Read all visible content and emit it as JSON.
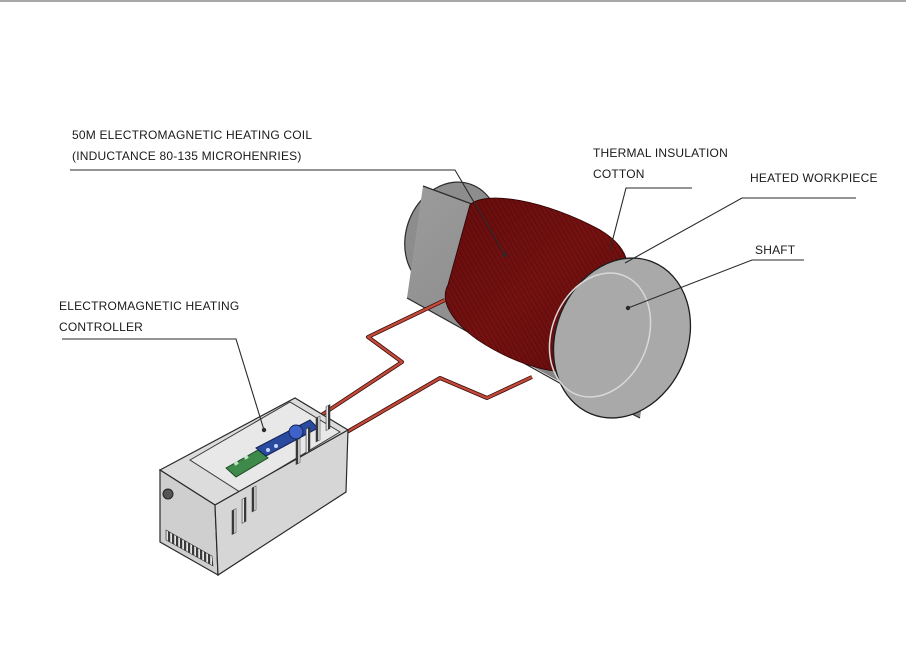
{
  "labels": {
    "coil_line1": "50M ELECTROMAGNETIC HEATING COIL",
    "coil_line2": "(INDUCTANCE 80-135 MICROHENRIES)",
    "insulation_line1": "THERMAL INSULATION",
    "insulation_line2": "COTTON",
    "workpiece": "HEATED WORKPIECE",
    "shaft": "SHAFT",
    "controller_line1": "ELECTROMAGNETIC HEATING",
    "controller_line2": "CONTROLLER"
  },
  "colors": {
    "coil": "#7a1010",
    "coil_dark": "#4e0606",
    "cable": "#b83a2a",
    "shaft_face": "#a6a6a6",
    "shaft_body": "#8a8a8a",
    "housing": "#d4d4d4",
    "panel_green": "#3e8a4a",
    "panel_blue": "#2a4aa0"
  },
  "icons": [
    "top-border-line"
  ]
}
